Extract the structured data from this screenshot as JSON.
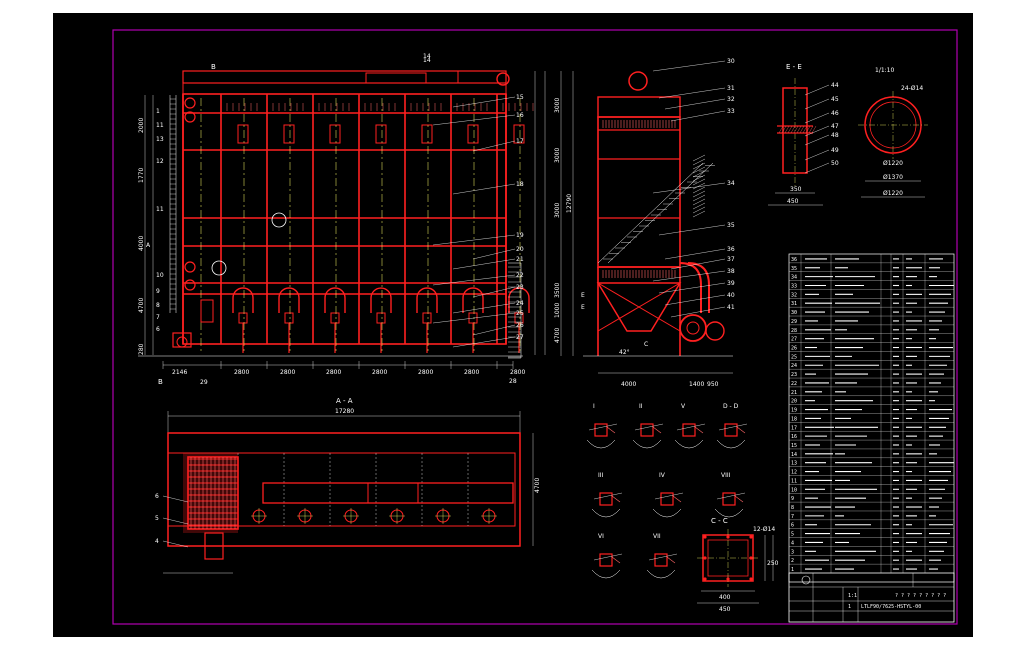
{
  "colors": {
    "background": "#000000",
    "frame": "#b000b0",
    "structure": "#ff2020",
    "annotation": "#ffffff",
    "centerline": "#ffff66",
    "hatch": "#ff6666",
    "table": "#ffffff",
    "page": "#ffffff"
  },
  "views": {
    "main_top_label": "B",
    "main_bottom_label": "B",
    "section_aa": "A - A",
    "section_ee": "E - E",
    "section_cc": "C - C",
    "detail_dd": "D - D",
    "detail_i": "I",
    "detail_ii": "II",
    "detail_v": "V",
    "detail_iii": "III",
    "detail_iv": "IV",
    "detail_vi": "VI",
    "detail_vii": "VII",
    "detail_viii": "VIII"
  },
  "dimensions": {
    "top_width": "14",
    "span_labels": [
      "2800",
      "2800",
      "2800",
      "2800",
      "2800",
      "2800",
      "2800"
    ],
    "left_end": "2146",
    "overall_aa": "17280",
    "aa_right": "4700",
    "side_width": "4000",
    "side_small": "1400",
    "side_far": "950",
    "ee_width": "350",
    "ee_base": "450",
    "flange_outer": "Ø1370",
    "flange_inner": "Ø1220",
    "flange_bolts": "24-Ø14",
    "flange_top": "1/1:10",
    "cc_width": "400",
    "cc_base": "450",
    "cc_side": "250",
    "cc_bolts": "12-Ø14",
    "left_heights": [
      "2000",
      "1770",
      "4000",
      "4700",
      "280"
    ],
    "side_heights": [
      "3000",
      "3000",
      "3000",
      "12790",
      "3500",
      "1000",
      "4700"
    ]
  },
  "callouts_main": [
    "14",
    "15",
    "16",
    "17",
    "18",
    "19",
    "20",
    "21",
    "22",
    "23",
    "24",
    "25",
    "26",
    "27",
    "28",
    "29"
  ],
  "callouts_left": [
    "1",
    "11",
    "13",
    "12",
    "11",
    "10",
    "9",
    "8",
    "7",
    "6"
  ],
  "callouts_side": [
    "30",
    "31",
    "32",
    "33",
    "34",
    "35",
    "36",
    "37",
    "38",
    "39",
    "40",
    "41"
  ],
  "callouts_ee": [
    "44",
    "45",
    "46",
    "47",
    "48",
    "49",
    "50"
  ],
  "callouts_aa": [
    "6",
    "5",
    "4"
  ],
  "markers": {
    "a": "A",
    "e1": "E",
    "e2": "E",
    "c": "C",
    "d": "D",
    "ang": "42°"
  },
  "title_block": {
    "drawing_no": "LTLF90/7625-HSTYL-00",
    "title_chars": "? ? ? ? ? ? ? ? ?",
    "scale": "1:1",
    "sheet": "1",
    "bom_rows": 36
  }
}
